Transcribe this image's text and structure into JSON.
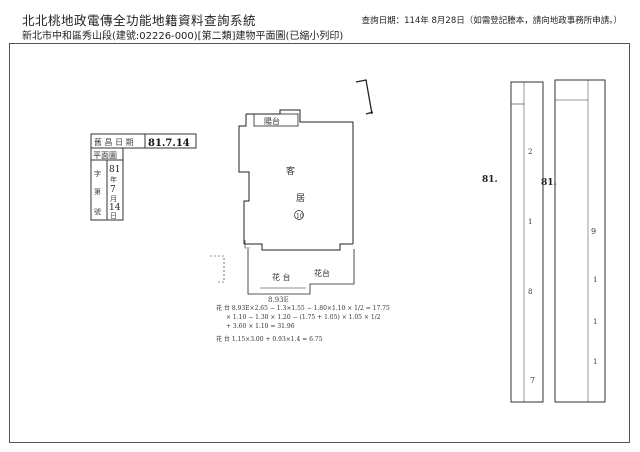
{
  "header": {
    "system_title": "北北桃地政電傳全功能地籍資料查詢系統",
    "query_date": "查詢日期：114年 8月28日（如需登記謄本，請向地政事務所申請。）",
    "parcel_info": "新北市中和區秀山段(建號:02226-000)[第二類]建物平面圖(已縮小列印)"
  },
  "plan": {
    "stamp_header": "舊 昌 日 期",
    "stamp_date": "81.7.14",
    "stamp_box_header": "平面圖",
    "stamp_box_lines": [
      "81",
      "年",
      "7",
      "月",
      "14",
      "日"
    ],
    "stamp_side_labels": [
      "字",
      "第",
      "號"
    ],
    "room_main": "客",
    "room_main_2": "居",
    "room_main_num": "10",
    "balcony_top": "陽台",
    "balcony_bottom": "花 台",
    "balcony_bottom_2": "花台",
    "bottom_dim": "8.93E",
    "calc_line_1": "花 台 8.93E×2.65 − 1.3×1.55 − 1.80×1.10 × 1/2 = 17.75",
    "calc_line_2": "× 1.10 − 1.30 × 1.20 − (1.75 + 1.05) × 1.05 × 1/2",
    "calc_line_3": "+ 3.60 × 1.10 = 31.96",
    "calc_line_4": "花 台  1.15×3.00 + 0.93×1.4 = 6.75",
    "annotation": "#"
  },
  "strips": {
    "left_label": "81.",
    "mid_label": "81.",
    "left_col_marks": [
      "2",
      "1",
      "8",
      "7"
    ],
    "right_col_marks": [
      "9",
      "1",
      "1",
      "1"
    ]
  }
}
